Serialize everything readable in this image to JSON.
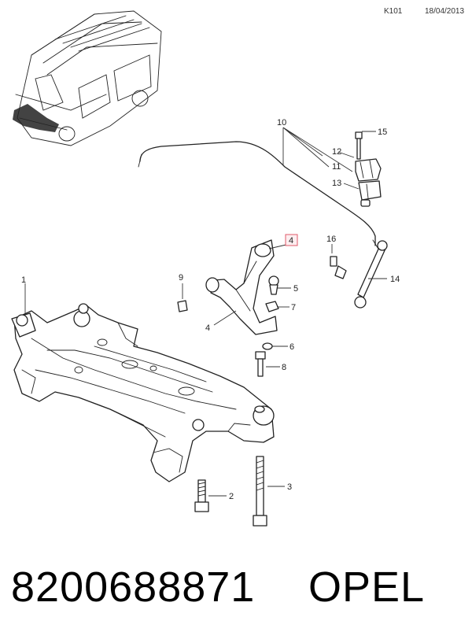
{
  "header": {
    "code": "K101",
    "date": "18/04/2013"
  },
  "callouts": {
    "c1": "1",
    "c2": "2",
    "c3": "3",
    "c4a": "4",
    "c4b": "4",
    "c5": "5",
    "c6": "6",
    "c7": "7",
    "c8": "8",
    "c9": "9",
    "c10": "10",
    "c11": "11",
    "c12": "12",
    "c13": "13",
    "c14": "14",
    "c15": "15",
    "c16": "16"
  },
  "highlight_color": "#e05a6a",
  "footer": {
    "part_number": "8200688871",
    "brand": "OPEL"
  }
}
